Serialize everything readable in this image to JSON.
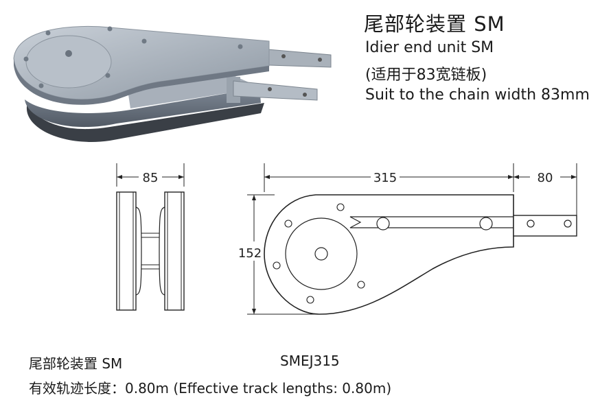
{
  "header": {
    "title_cn": "尾部轮装置 SM",
    "subtitle_en": "Idier end unit SM",
    "note_cn": "(适用于83宽链板)",
    "note_en": "Suit to the chain width 83mm"
  },
  "drawing": {
    "dim_side_width": "85",
    "dim_length": "315",
    "dim_extension": "80",
    "dim_height": "152"
  },
  "footer": {
    "name_cn": "尾部轮装置  SM",
    "model_code": "SMEJ315",
    "track_length": "有效轨迹长度：0.80m (Effective track lengths: 0.80m)"
  }
}
